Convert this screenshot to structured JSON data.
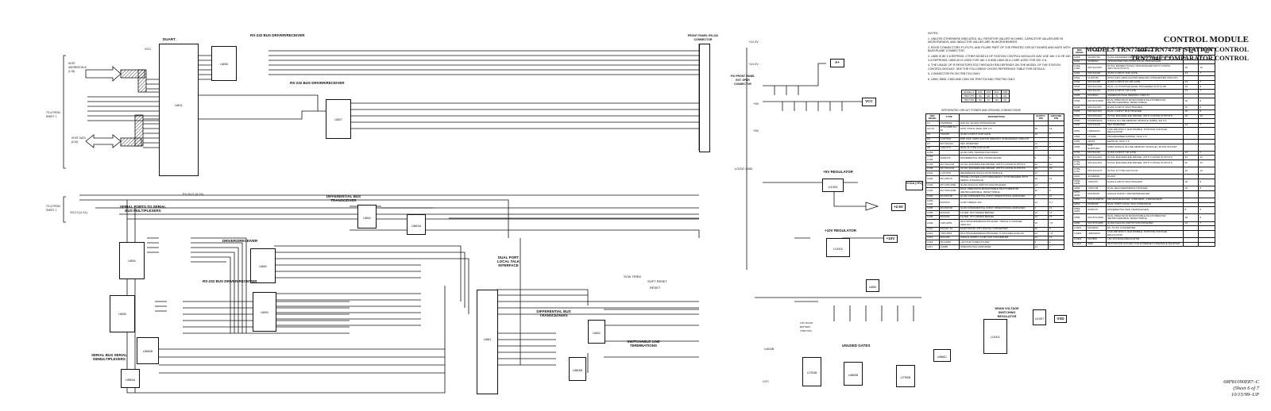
{
  "title": {
    "line1": "CONTROL MODULE",
    "line2": "MODELS TRN7760F/TRN7475F STATION CONTROL",
    "line3": "TRN7704F COMPARATOR CONTROL"
  },
  "footer": {
    "drawing_number": "68P81090E87–C",
    "sheet": "(Sheet 6 of 7",
    "date": "10/15/99–UP"
  },
  "notes": {
    "heading": "NOTES:",
    "items": [
      "1. UNLESS OTHERWISE INDICATED, ALL RESISTOR VALUES IN OHMS, CAPACITOR VALUES ARE IN MICROFARADS, AND INDUCTOR VALUES ARE IN MICROHENRIES.",
      "2. EDGE CONNECTORS P1,P2,P3, AND P4 ARE PART OF THE PRINTED CIRCUIT BOARD AND MATE WITH BACKPLANE CONNECTOR.",
      "3. U855 IS 8K X 8 EEPROM. OTHER MODELS OF STATION CONTROL MODULES MAY USE 16K X 8 OR 32K X 8 EEPROMS. U800-30 IS USED FOR 16K X 8 AND U800-35 & 2 ARE USED FOR 32K X 8.",
      "4. THE USAGE OF R RESISTORS R32 THROUGH R35 DEPENDS ON THE MODEL OF THE STATION CONTROL MODULE. SEE THE FOLLOWING CROSS REFERENCE TABLE FOR DETAILS.",
      "5. CONNECTOR P8 ON TRN7704 ONLY.",
      "6. U850, R808, C853 AND C854 ON TRN7704 AND TRN7760 ONLY."
    ]
  },
  "model_table": {
    "headers": [
      "MODEL #",
      "R32",
      "R33",
      "R34",
      "R35"
    ],
    "rows": [
      [
        "TRN7475",
        "0Ω",
        "0Ω",
        "IN",
        "0Ω"
      ],
      [
        "TRN7760",
        "0Ω",
        "IN",
        "0Ω",
        "0Ω"
      ]
    ]
  },
  "ic_table_left": {
    "caption": "INTEGRATED CIRCUIT POWER AND GROUND CONNECTIONS",
    "headers": [
      "REF DESIG",
      "TYPE",
      "DESCRIPTION",
      "SUPPLY PIN",
      "GROUND PIN"
    ],
    "rows": [
      [
        "U1",
        "DSP56002",
        "DIGITAL SIGNAL PROCESSOR",
        "",
        ""
      ],
      [
        "U2-U4",
        "MT5C2568 DJ-20",
        "FAST STATIC RAM, 32K X 8",
        "28",
        "14"
      ],
      [
        "U5",
        "74AC08",
        "QUAD 2-INPUT AND GATE",
        "14",
        "7"
      ],
      [
        "U6",
        "CUSTOM",
        "DSP ASIC (APPLICATION SPECIFIC INTEGRATED CIRCUIT)",
        "",
        ""
      ],
      [
        "U7",
        "MC74AC04",
        "HEX INVERTER",
        "14",
        "7"
      ],
      [
        "U8",
        "74ACT74",
        "DUAL D-TYPE FLIP-FLOP",
        "14",
        "7"
      ],
      [
        "U150",
        "",
        "QUAD NPN TRANSISTOR ARRAY",
        "",
        ""
      ],
      [
        "U152-U153",
        "SN65176",
        "DIFFERENTIAL BUS TRANSCEIVER",
        "8",
        "5"
      ],
      [
        "U154",
        "MC74AC244",
        "OCTAL BUFFER/LINE DRIVER, WITH 3-STATE OUTPUTS",
        "20",
        "10"
      ],
      [
        "U155",
        "MC74AC244",
        "OCTAL BUFFER/LINE DRIVER, WITH 3-STATE OUTPUTS",
        "20",
        "10"
      ],
      [
        "U201",
        "CUSTOM",
        "REFERENCE OSCILLATOR MODULE",
        "13",
        ""
      ],
      [
        "U202",
        "MC145170",
        "PHASE-LOCKED LOOP FREQUENCY SYNTHESIZER WITH SERIAL INTERFACE",
        "16",
        "12"
      ],
      [
        "U203",
        "MC74HC4066",
        "QUAD ANALOG SWITCH MULTIPLEXER",
        "14",
        "7"
      ],
      [
        "U204",
        "MC74HC4538",
        "DUAL PRECISION MONOSTABLE MULTIVIBRATOR (RETRIGGERABLE, RESETTABLE)",
        "16",
        "8"
      ],
      [
        "U302",
        "MC33074D",
        "QUAD DIFFERENTIAL-INPUT OPERATIONAL AMPLIFIER",
        "4",
        "11"
      ],
      [
        "U303-U304",
        "MAX543",
        "12-BIT SERIAL D/A",
        "14",
        "6,7"
      ],
      [
        "U305",
        "MC33074D",
        "QUAD DIFFERENTIAL-INPUT OPERATIONAL AMPLIFIER",
        "4",
        "11"
      ],
      [
        "U306",
        "MAX292",
        "FILTER, 8TH ORDER BESSEL",
        "12",
        "13"
      ],
      [
        "U308",
        "MAX292",
        "FILTER, 8TH ORDER BESSEL",
        "12",
        "13"
      ],
      [
        "U309",
        "74HC4053",
        "MULTIPLEXER/DEMULTIPLEXER, TRIPLE 2 CHANNEL ANALOG",
        "16",
        "7,8"
      ],
      [
        "U311",
        "DS1267-10",
        "ELECTRONIC POT DIGITAL CONVERTER",
        "16",
        "8"
      ],
      [
        "U314",
        "74HC4051",
        "MULTIPLEXER/DEMULTIPLEXER, 8 CHANNEL ANALOG",
        "16",
        "7,8"
      ],
      [
        "U315",
        "MAX190",
        "SINGLE SUPPLY 12-BIT A/D CONVERTER",
        "24",
        "12"
      ],
      [
        "U316",
        "MC14040",
        "+2N PCM CODEC/FILTER",
        "5",
        "2"
      ],
      [
        "U317",
        "LM380",
        "OPERATIONAL AMPLIFIER",
        "14",
        "7"
      ]
    ]
  },
  "ic_table_right": {
    "headers": [
      "REF DESIG",
      "TYPE",
      "DESCRIPTION",
      "SUPPLY PIN",
      "GROUND PIN"
    ],
    "rows": [
      [
        "U318",
        "MC33074D",
        "QUAD DIFFERENTIAL-INPUT OPERATIONAL AMPLIFIER",
        "4",
        "11"
      ],
      [
        "U401",
        "MC68302",
        "INTEGRATED MULTIPROTOCOL PROCESSOR",
        "",
        ""
      ],
      [
        "U402-U403",
        "MC74AC245",
        "OCTAL BIDIRECTIONAL TRANSCEIVER WITH 3 STATE INPUTS/OUTPUTS",
        "20",
        "10"
      ],
      [
        "U404",
        "MC74AC08",
        "QUAD 2-INPUT AND GATE",
        "14",
        "7"
      ],
      [
        "U501",
        "CUSTOM",
        "HOST ASIC (APPLICATION SPECIFIC INTEGRATED CIRCUIT)",
        "",
        ""
      ],
      [
        "U502",
        "MC74AC86",
        "QUAD 2-INPUT EX-OR GATE",
        "14",
        "7"
      ],
      [
        "U503",
        "MC74AC109",
        "DUAL J-K POSITIVE EDGE-TRIGGERED FLIP-FLOP",
        "16",
        "8"
      ],
      [
        "U504",
        "MC74AC32",
        "QUAD 2-INPUT OR GATE",
        "14",
        "7"
      ],
      [
        "U505",
        "MC33064",
        "UNDERVOLTAGE SENSING CIRCUIT",
        "",
        ""
      ],
      [
        "U506",
        "MC74HC4538",
        "DUAL PRECISION MONOSTABLE MULTIVIBRATOR (RETRIGGERABLE, RESETTABLE)",
        "16",
        "8"
      ],
      [
        "U508",
        "MC74AC157",
        "QUAD 2-INPUT MULTIPLEXER",
        "16",
        "8"
      ],
      [
        "U509",
        "MC74AC153",
        "DUAL 4-INPUT MULTIPLEXER",
        "16",
        "8"
      ],
      [
        "U510",
        "MC74AC244",
        "OCTAL BUFFER/LINE DRIVER, WITH 3-STATE OUTPUTS",
        "20",
        "10"
      ],
      [
        "U550",
        "MCM6946AS",
        "SINGLE IN-LINE MEMORY MODULE (SIMM), 4M X 8",
        "",
        ""
      ],
      [
        "U600",
        "MC74AC04",
        "HEX INVERTER",
        "14",
        "7"
      ],
      [
        "U651",
        "LM2931CD",
        "LOW DROPOUT, ADJUSTABLE, POSITIVE VOLTAGE REGULATOR",
        "",
        ""
      ],
      [
        "U652",
        "27C040",
        "PROGRAMMED EPROM, 512K X 8",
        "",
        ""
      ],
      [
        "U653",
        "28C64",
        "EEPROM, 8192 X 8",
        "",
        ""
      ],
      [
        "U656",
        "NOT SUPPLIED",
        "SIMM (SINGLE IN-LINE MEMORY MODULE), 80-PIN SOCKET",
        "",
        ""
      ],
      [
        "U701",
        "MC74AC32",
        "QUAD 2-INPUT OR GATE",
        "14",
        "7"
      ],
      [
        "U702",
        "MC74AC244",
        "OCTAL BUFFER/LINE DRIVER, WITH 3-STATE OUTPUTS",
        "20",
        "10"
      ],
      [
        "U751-U753",
        "MC74AC244",
        "OCTAL BUFFER/LINE DRIVER, WITH 3-STATE OUTPUTS",
        "20",
        "10"
      ],
      [
        "U755-U757",
        "MC74AC273",
        "OCTAL D-TYPE FLIP-FLOP",
        "20",
        "10"
      ],
      [
        "U801",
        "SCN68681",
        "DUART",
        "",
        ""
      ],
      [
        "U854-U855",
        "74HC157",
        "QUAD 2-INPUT MULTIPLEXER",
        "16",
        "8"
      ],
      [
        "U856",
        "74HC138",
        "DUAL DECODER/DEMULTIPLEXER",
        "16",
        "8"
      ],
      [
        "U857-U859",
        "MC145407",
        "SINGLE SUPPLY DRIVER/RECEIVER",
        "",
        ""
      ],
      [
        "U860",
        "MC145406DW",
        "DRIVER/RECEIVER, 3-DRIVERS, 3-RECEIVERS",
        "",
        ""
      ],
      [
        "U861",
        "MC68195",
        "DUAL PORT LOCAL TALK INTERFACE",
        "",
        ""
      ],
      [
        "U862-U864",
        "SN65176",
        "DIFFERENTIAL BUS TRANSCEIVER",
        "8",
        "5"
      ],
      [
        "U865",
        "MC74HC4538",
        "DUAL PRECISION MONOSTABLE MULTIVIBRATOR (RETRIGGERABLE, RESETTABLE)",
        "16",
        "8"
      ],
      [
        "U866",
        "MC74HC4066",
        "QUAD ANALOG SWITCH MULTIPLEXER",
        "14",
        "7"
      ],
      [
        "U1001",
        "MC33063",
        "DC-TO-DC CONVERTER",
        "",
        ""
      ],
      [
        "U1002",
        "LM2931CD",
        "LOW DROPOUT, ADJUSTABLE, POSITIVE VOLTAGE REGULATOR",
        "",
        ""
      ],
      [
        "U1003",
        "MC7805",
        "+5V VOLTAGE REGULATOR",
        "",
        ""
      ],
      [
        "U1201",
        "8392",
        "28-POSITION SOCKET FOR ETHERNET INTERFACE ADAPTER",
        "",
        ""
      ]
    ]
  },
  "schematic": {
    "section_labels": {
      "duart": "DUART",
      "rs232_top": "RS-232 BUS DRIVER/RECEIVER",
      "rs232_mid": "RS-232 BUS DRIVER/RECEIVER",
      "front_panel": "FRONT PANEL RS-232 CONNECTOR",
      "serial_ports": "SERIAL PORTS TO SERIAL BUS MULTIPLEXERS",
      "differential_bus": "DIFFERENTIAL BUS TRANSCEIVER",
      "drivers_receiver": "DRIVERS/RECEIVER",
      "rs232_bottom": "RS-232 BUS DRIVER/RECEIVER",
      "dual_port": "DUAL PORT LOCAL TALK INTERFACE",
      "diff_transceivers": "DIFFERENTIAL BUS TRANSCEIVERS",
      "switchable": "SWITCHABLE LINE TERMINATIONS",
      "serial_demux": "SERIAL BUS SERIAL DEMULTIPLEXERS",
      "reg5v": "+5V REGULATOR",
      "reg10v": "+10V REGULATOR",
      "dram_reg": "DRAM VOLTAGE SWITCHING REGULATOR",
      "unused": "UNUSED GATES",
      "front_panel_ext": "P/O FRONT PANEL EXT. SPKR CONNECTOR"
    },
    "net_labels": {
      "host_address": "HOST ADDRESS BUS (1:33)",
      "host_data": "HOST DATA (0:15)",
      "to_from_sheet1": "TO & FROM SHEET 1",
      "to_from_sheet1_b": "TO & FROM SHEET 1",
      "p3_out": "P3 OUT (0:15)",
      "scc": "SCC3 (1:11)",
      "vcc": "VCC",
      "a_plus": "A+",
      "vcc_out": "VCC",
      "vcda": "VCDA (+5V)",
      "v2_5": "+2.5V",
      "v10": "+10V",
      "vsd": "VSD",
      "v14_2a": "+14.2V",
      "v14_2b": "+14.2V",
      "v5a": "+5V",
      "v5b": "+5V",
      "logic_gnd": "LOGIC GND",
      "reset": "RESET",
      "soft_reset": "SOFT RESET",
      "battery": "3.6V NICAD BATTERY (TRN7760)",
      "scw_term": "SCW TERM"
    },
    "chips": {
      "u801": "U801",
      "u858": "U858",
      "u857": "U857",
      "u854": "U854",
      "u855": "U855",
      "u856": "U856B",
      "u856a": "U856A",
      "u860": "U860",
      "u859": "U859",
      "u861": "U861",
      "u864": "U864",
      "u863": "U863A",
      "u862": "U862",
      "u863b": "U863B",
      "u850": "U850",
      "u1002": "U1002",
      "u1003": "U1003",
      "u1001": "U1001",
      "u1007": "U1007",
      "u753": "U753B",
      "u865": "U865B",
      "u755": "U755B",
      "u866": "U866C",
      "u404": "U404B",
      "u7": "U7C"
    }
  }
}
